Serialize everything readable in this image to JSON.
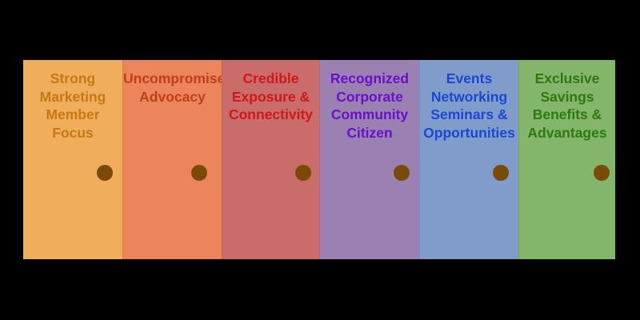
{
  "panels": [
    {
      "label": "Strong\nMarketing\nMember\nFocus",
      "bg": "#F0AE5D",
      "text_color": "#C87810",
      "dot_color": "#7A4A08"
    },
    {
      "label": "Uncompromised\nAdvocacy",
      "bg": "#EC845C",
      "text_color": "#C04018",
      "dot_color": "#7A4A08"
    },
    {
      "label": "Credible\nExposure &\nConnectivity",
      "bg": "#C96C6A",
      "text_color": "#D01818",
      "dot_color": "#7A4A08"
    },
    {
      "label": "Recognized\nCorporate\nCommunity\nCitizen",
      "bg": "#9B80B2",
      "text_color": "#6A10C8",
      "dot_color": "#7A4A08"
    },
    {
      "label": "Events\nNetworking\nSeminars &\nOpportunities",
      "bg": "#809CCB",
      "text_color": "#1A48D0",
      "dot_color": "#7A4A08"
    },
    {
      "label": "Exclusive\nSavings\nBenefits &\nAdvantages",
      "bg": "#83B56A",
      "text_color": "#2E7A10",
      "dot_color": "#7A4A08"
    }
  ]
}
